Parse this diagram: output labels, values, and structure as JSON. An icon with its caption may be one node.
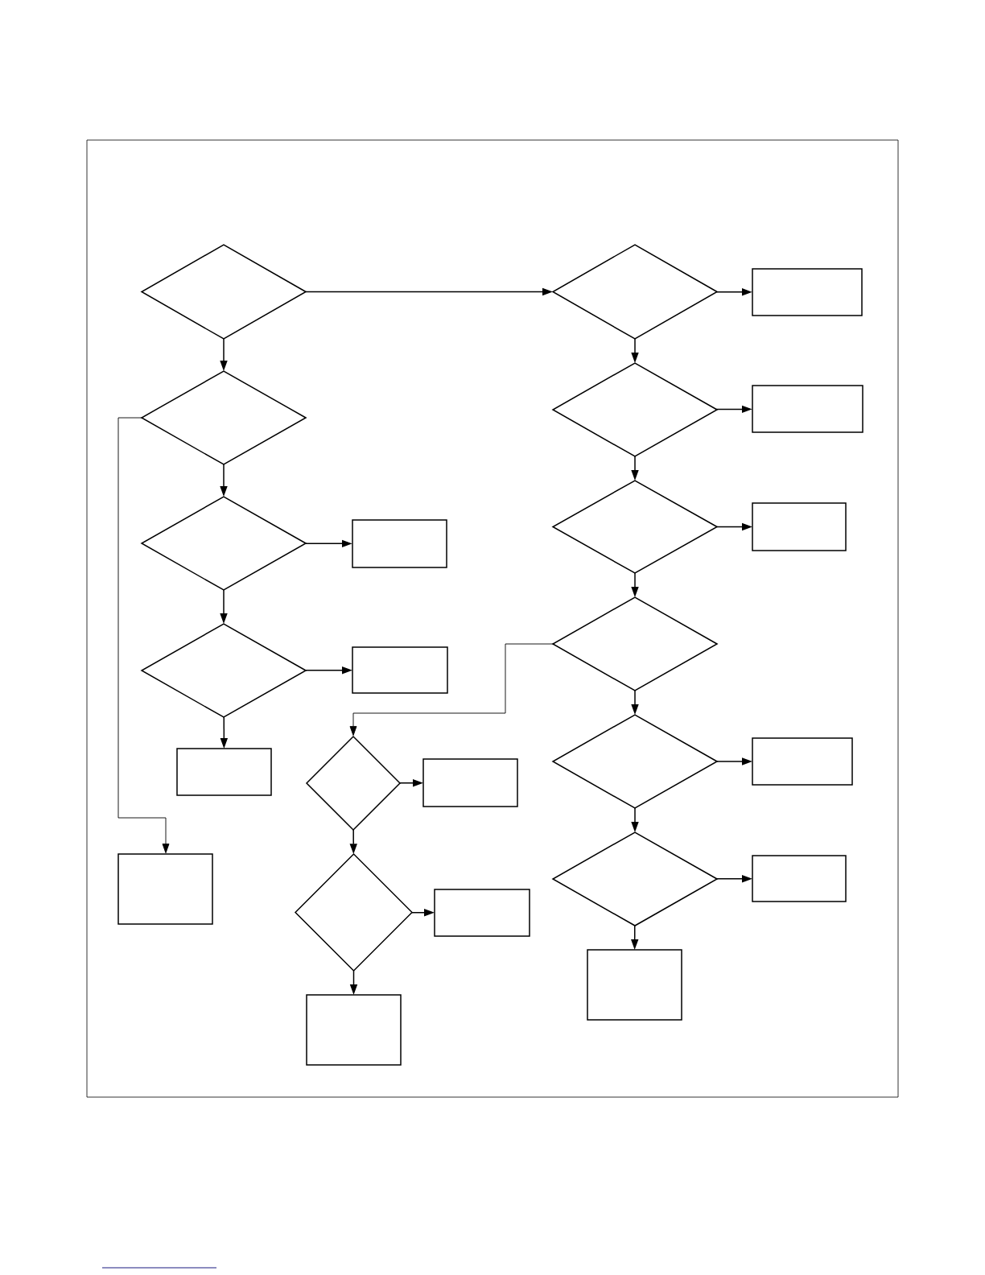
{
  "diagram": {
    "nodes": [
      {
        "text": [],
        "shape": "diamond"
      },
      {
        "text": [],
        "shape": "diamond"
      },
      {
        "text": [],
        "shape": "box"
      },
      {
        "text": [],
        "shape": "diamond"
      },
      {
        "text": [],
        "shape": "diamond"
      },
      {
        "text": [],
        "shape": "box"
      },
      {
        "text": [],
        "shape": "diamond"
      },
      {
        "text": [],
        "shape": "box"
      },
      {
        "text": [],
        "shape": "diamond"
      },
      {
        "text": [],
        "shape": "box"
      },
      {
        "text": [],
        "shape": "diamond"
      },
      {
        "text": [],
        "shape": "diamond"
      },
      {
        "text": [],
        "shape": "box"
      },
      {
        "text": [],
        "shape": "diamond"
      },
      {
        "text": [],
        "shape": "box"
      },
      {
        "text": [],
        "shape": "box"
      },
      {
        "text": [],
        "shape": "diamond"
      },
      {
        "text": [],
        "shape": "box"
      },
      {
        "text": [],
        "shape": "box"
      },
      {
        "text": [],
        "shape": "diamond"
      },
      {
        "text": [],
        "shape": "diamond"
      },
      {
        "text": [],
        "shape": "box"
      },
      {
        "text": [],
        "shape": "box"
      },
      {
        "text": [],
        "shape": "box"
      },
      {
        "text": [],
        "shape": "box"
      }
    ],
    "edges": [
      {
        "from": 0,
        "to": 1,
        "arrow": "to"
      },
      {
        "from": 0,
        "to": 3,
        "arrow": "to"
      },
      {
        "from": 1,
        "to": 2,
        "arrow": "to"
      },
      {
        "from": 1,
        "to": 4,
        "arrow": "to"
      },
      {
        "from": 4,
        "to": 5,
        "arrow": "to"
      },
      {
        "from": 4,
        "to": 6,
        "arrow": "to"
      },
      {
        "from": 6,
        "to": 7,
        "arrow": "to"
      },
      {
        "from": 6,
        "to": 10,
        "arrow": "to"
      },
      {
        "from": 3,
        "to": 8,
        "arrow": "to"
      },
      {
        "from": 3,
        "to": 18,
        "arrow": "to"
      },
      {
        "from": 8,
        "to": 9,
        "arrow": "to"
      },
      {
        "from": 8,
        "to": 11,
        "arrow": "to"
      },
      {
        "from": 11,
        "to": 12,
        "arrow": "to"
      },
      {
        "from": 11,
        "to": 15,
        "arrow": "to"
      },
      {
        "from": 10,
        "to": 13,
        "arrow": "to"
      },
      {
        "from": 10,
        "to": 16,
        "arrow": "to"
      },
      {
        "from": 13,
        "to": 14,
        "arrow": "to"
      },
      {
        "from": 13,
        "to": 20,
        "arrow": "to"
      },
      {
        "from": 20,
        "to": 21,
        "arrow": "to"
      },
      {
        "from": 20,
        "to": 23,
        "arrow": "to"
      },
      {
        "from": 16,
        "to": 17,
        "arrow": "to"
      },
      {
        "from": 16,
        "to": 19,
        "arrow": "to"
      },
      {
        "from": 19,
        "to": 22,
        "arrow": "to"
      },
      {
        "from": 19,
        "to": 24,
        "arrow": "to"
      }
    ]
  }
}
